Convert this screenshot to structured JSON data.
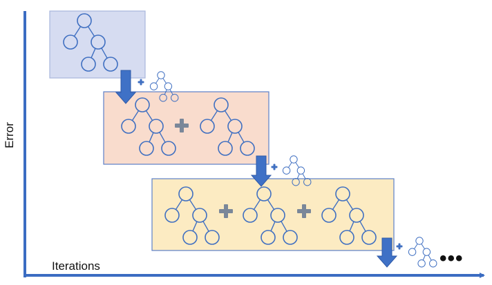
{
  "axes": {
    "y_label": "Error",
    "x_label": "Iterations"
  },
  "continuation": "•••",
  "colors": {
    "axis": "#3b6cc2",
    "tree": "#3f6fc1",
    "arrow": "#3f71c6",
    "plus": "#7a8799",
    "small_plus": "#3f6fc1",
    "stage1_fill": "#d6dcf1",
    "stage1_border": "#a8b6dc",
    "stage2_fill": "#f9dccd",
    "stage2_border": "#5b7fc8",
    "stage3_fill": "#fcebc2",
    "stage3_border": "#5b7fc8"
  },
  "stages": [
    {
      "name": "stage-1",
      "trees_in_box": 1
    },
    {
      "name": "stage-2",
      "trees_in_box": 2
    },
    {
      "name": "stage-3",
      "trees_in_box": 3
    }
  ],
  "icons": [
    "down-arrow-icon",
    "plus-icon",
    "tree-icon",
    "axis-arrow-icon"
  ]
}
